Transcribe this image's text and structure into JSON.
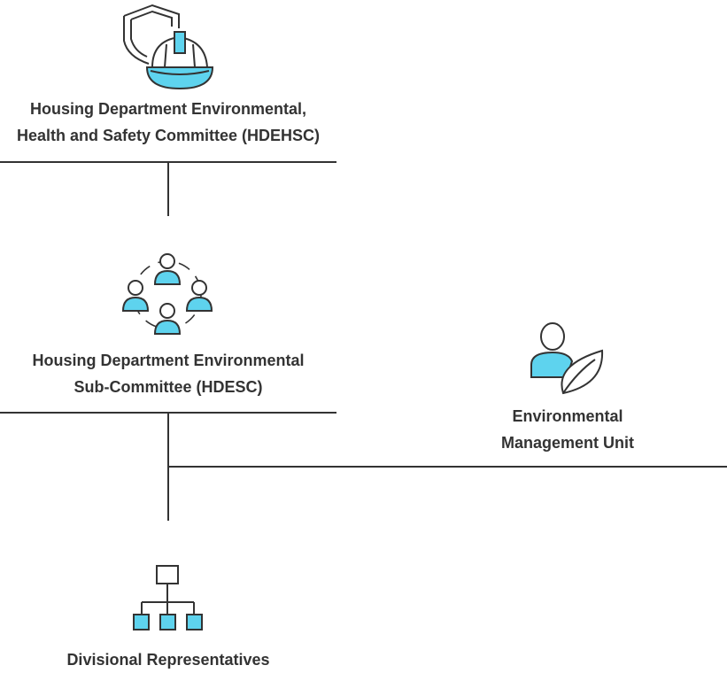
{
  "nodes": {
    "hdehsc": {
      "title_line1": "Housing Department Environmental,",
      "title_line2": "Health and Safety Committee (HDEHSC)",
      "icon": "hardhat-shield-icon"
    },
    "hdesc": {
      "title_line1": "Housing Department Environmental",
      "title_line2": "Sub-Committee (HDESC)",
      "icon": "people-circle-icon"
    },
    "emu": {
      "title_line1": "Environmental",
      "title_line2": "Management Unit",
      "icon": "person-leaf-icon"
    },
    "divisional": {
      "title_line1": "Divisional Representatives",
      "icon": "org-chart-icon"
    }
  },
  "colors": {
    "accent": "#5ED3EE",
    "line": "#333333",
    "text": "#333333"
  }
}
